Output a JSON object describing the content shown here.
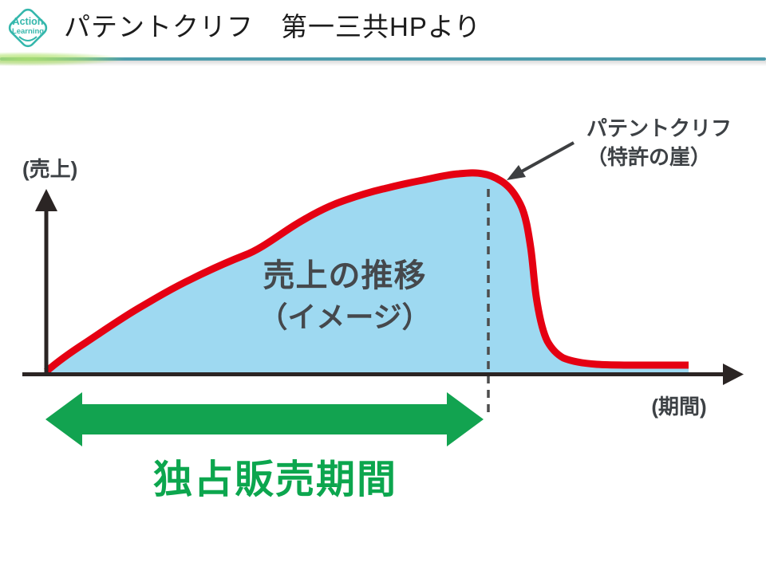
{
  "header": {
    "logo": {
      "line1": "Action",
      "line2": "Learning",
      "color": "#35b7ac"
    },
    "title": "パテントクリフ　第一三共HPより",
    "divider_color": "#4c9cac"
  },
  "chart": {
    "y_axis_label": "(売上)",
    "x_axis_label": "(期間)",
    "curve_label_line1": "売上の推移",
    "curve_label_line2": "（イメージ）",
    "cliff_label_line1": "パテントクリフ",
    "cliff_label_line2": "（特許の崖）",
    "exclusive_period_label": "独占販売期間"
  },
  "colors": {
    "curve_stroke": "#e50012",
    "area_fill": "#9ed9f1",
    "period_arrow": "#12a350",
    "period_text": "#0ca64e",
    "axis": "#2b2524",
    "dashed_line": "#4d4d4d",
    "annotation_arrow": "#3d3f41",
    "label_gray": "#3d4145",
    "logo_teal": "#35b7ac",
    "divider_teal": "#4c9cac"
  },
  "chart_data": {
    "type": "area",
    "title": "売上の推移（イメージ）",
    "xlabel": "(期間)",
    "ylabel": "(売上)",
    "grid": false,
    "xlim": [
      0,
      10
    ],
    "ylim": [
      0,
      1
    ],
    "series": [
      {
        "name": "売上の推移（イメージ）",
        "x": [
          0,
          0.5,
          1,
          1.5,
          2,
          2.5,
          3,
          3.5,
          4,
          4.5,
          5,
          5.4,
          5.8,
          6.1,
          6.4,
          6.6,
          6.8,
          7.0,
          7.3,
          7.8,
          10
        ],
        "values": [
          0,
          0.14,
          0.27,
          0.4,
          0.51,
          0.6,
          0.69,
          0.77,
          0.84,
          0.9,
          0.95,
          0.98,
          1.0,
          0.99,
          0.93,
          0.75,
          0.45,
          0.15,
          0.05,
          0.035,
          0.035
        ]
      }
    ],
    "annotations": [
      {
        "type": "dashed-vline",
        "x": 6.1,
        "note": "drop at patent expiry"
      },
      {
        "type": "arrow-callout",
        "text": "パテントクリフ（特許の崖）",
        "target_x": 6.3,
        "target_y": 0.97
      },
      {
        "type": "double-arrow-range",
        "text": "独占販売期間",
        "range_x": [
          0,
          6.0
        ]
      },
      {
        "type": "inline-label",
        "text": "売上の推移（イメージ）",
        "at_x": 4.1,
        "at_y": 0.35
      }
    ],
    "legend_position": "none"
  }
}
